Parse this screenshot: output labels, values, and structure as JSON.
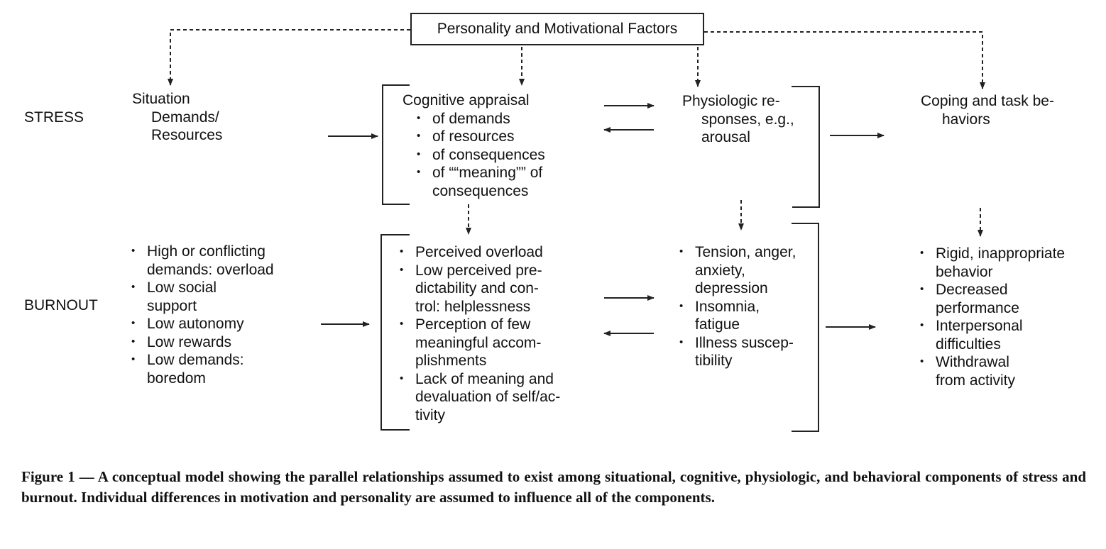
{
  "top_factor": "Personality and Motivational Factors",
  "row_labels": {
    "stress": "STRESS",
    "burnout": "BURNOUT"
  },
  "stress": {
    "situation": [
      "Situation",
      "Demands/",
      "Resources"
    ],
    "cognitive": {
      "heading": "Cognitive appraisal",
      "items": [
        [
          "of demands"
        ],
        [
          "of resources"
        ],
        [
          "of consequences"
        ],
        [
          "of ““meaning”” of",
          "consequences"
        ]
      ]
    },
    "physiologic": [
      "Physiologic re-",
      "sponses, e.g.,",
      "arousal"
    ],
    "coping": [
      "Coping and task be-",
      "haviors"
    ]
  },
  "burnout": {
    "situation": [
      [
        "High or conflicting",
        "demands: overload"
      ],
      [
        "Low social",
        "support"
      ],
      [
        "Low autonomy"
      ],
      [
        "Low rewards"
      ],
      [
        "Low demands:",
        "boredom"
      ]
    ],
    "cognitive": [
      [
        "Perceived overload"
      ],
      [
        "Low perceived pre-",
        "dictability and con-",
        "trol: helplessness"
      ],
      [
        "Perception of few",
        "meaningful accom-",
        "plishments"
      ],
      [
        "Lack of meaning and",
        "devaluation of self/ac-",
        "tivity"
      ]
    ],
    "physiologic": [
      [
        "Tension, anger,",
        "anxiety,",
        "depression"
      ],
      [
        "Insomnia,",
        "fatigue"
      ],
      [
        "Illness suscep-",
        "tibility"
      ]
    ],
    "behavior": [
      [
        "Rigid, inappropriate",
        "behavior"
      ],
      [
        "Decreased",
        "performance"
      ],
      [
        "Interpersonal",
        "difficulties"
      ],
      [
        "Withdrawal",
        "from activity"
      ]
    ]
  },
  "caption": "Figure 1 — A conceptual model showing the parallel relationships assumed to exist among situational, cognitive, physiologic, and behavioral components of stress and burnout. Individual differences in motivation and personality are assumed to influence all of the components."
}
